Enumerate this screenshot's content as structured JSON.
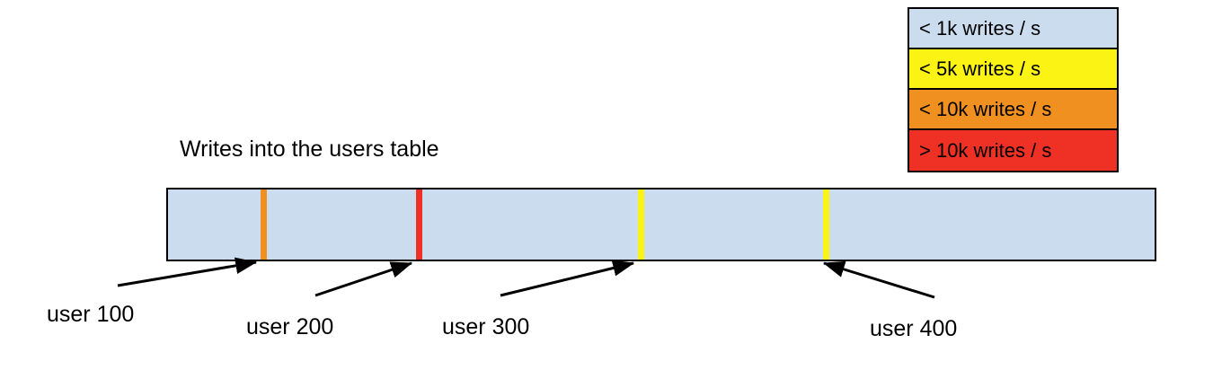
{
  "chart_data": {
    "type": "bar",
    "title": "Writes into the users table",
    "subtitle": "",
    "xlabel": "",
    "ylabel": "",
    "orientation": "horizontal",
    "description": "A single horizontal band representing the users table keyspace, shaded light blue for the baseline write rate, with four colored vertical markers showing hot rows at user 100, user 200, user 300 and user 400.",
    "baseline_category": "< 1k writes / s",
    "baseline_color": "#ccdcef",
    "categories": [
      "user 100",
      "user 200",
      "user 300",
      "user 400"
    ],
    "values": [
      "< 10k writes / s",
      "> 10k writes / s",
      "< 5k writes / s",
      "< 5k writes / s"
    ],
    "markers": [
      {
        "label": "user 100",
        "bucket": "< 10k writes / s",
        "color": "#ef9021",
        "position_pct": 9.4
      },
      {
        "label": "user 200",
        "bucket": "> 10k writes / s",
        "color": "#ee3124",
        "position_pct": 25.1
      },
      {
        "label": "user 300",
        "bucket": "< 5k writes / s",
        "color": "#fbf313",
        "position_pct": 47.5
      },
      {
        "label": "user 400",
        "bucket": "< 5k writes / s",
        "color": "#fbf313",
        "position_pct": 66.2
      }
    ],
    "legend_position": "top-right",
    "legend": [
      {
        "label": "< 1k writes / s",
        "color": "#ccdcef"
      },
      {
        "label": "< 5k writes / s",
        "color": "#fbf313"
      },
      {
        "label": "< 10k writes / s",
        "color": "#ef9021"
      },
      {
        "label": "> 10k writes / s",
        "color": "#ee3124"
      }
    ],
    "grid": false
  },
  "diagram": {
    "title": "Writes into the users table",
    "bar_fill_color": "#ccdcef",
    "bar_border_color": "#000000"
  },
  "legend": {
    "rows": [
      {
        "label": "< 1k writes / s",
        "color": "#ccdcef"
      },
      {
        "label": "< 5k writes / s",
        "color": "#fbf313"
      },
      {
        "label": "< 10k writes / s",
        "color": "#ef9021"
      },
      {
        "label": "> 10k writes / s",
        "color": "#ee3124"
      }
    ]
  },
  "callouts": [
    {
      "label": "user 100",
      "color": "#ef9021"
    },
    {
      "label": "user 200",
      "color": "#ee3124"
    },
    {
      "label": "user 300",
      "color": "#fbf313"
    },
    {
      "label": "user 400",
      "color": "#fbf313"
    }
  ]
}
